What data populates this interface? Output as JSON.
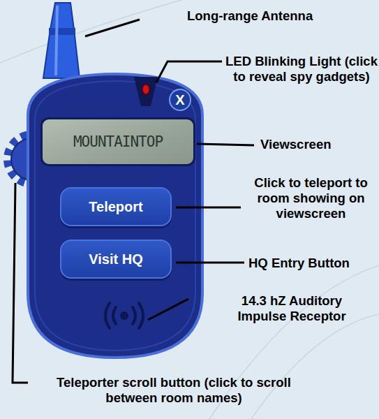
{
  "diagram": {
    "nodes": [
      {
        "text": [
          "X"
        ]
      },
      {
        "text": [
          "MOUNTAINTOP"
        ]
      },
      {
        "text": [
          "Teleport"
        ]
      },
      {
        "text": [
          "Visit HQ"
        ]
      }
    ],
    "labels": [
      "Long-range Antenna",
      "LED Blinking Light (click to reveal spy gadgets)",
      "Viewscreen",
      "Click to teleport to room showing on viewscreen",
      "HQ Entry Button",
      "14.3 hZ Auditory Impulse Receptor",
      "Teleporter scroll button (click to scroll between room names)"
    ]
  }
}
